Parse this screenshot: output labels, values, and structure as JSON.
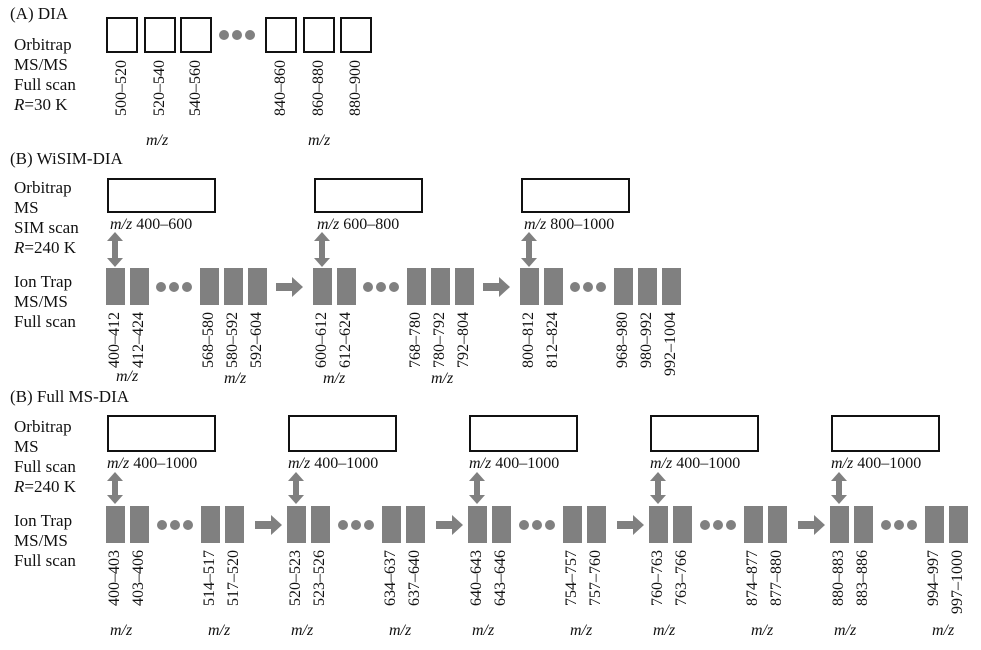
{
  "colors": {
    "bar": "#808080",
    "box_border": "#111111"
  },
  "panel_a": {
    "title": "(A) DIA",
    "side_labels": [
      "Orbitrap",
      "MS/MS",
      "Full scan",
      "R=30 K"
    ],
    "windows": [
      "500–520",
      "520–540",
      "540–560",
      "840–860",
      "860–880",
      "880–900"
    ],
    "mz_labels": [
      "m/z",
      "m/z"
    ]
  },
  "panel_b": {
    "title": "(B) WiSIM-DIA",
    "orbitrap_labels": [
      "Orbitrap",
      "MS",
      "SIM scan",
      "R=240 K"
    ],
    "iontrap_labels": [
      "Ion Trap",
      "MS/MS",
      "Full scan"
    ],
    "groups": [
      {
        "range_prefix": "m/z",
        "range": "400–600",
        "windows": [
          "400–412",
          "412–424",
          "568–580",
          "580–592",
          "592–604"
        ],
        "mz_labels": [
          "m/z",
          "m/z"
        ]
      },
      {
        "range_prefix": "m/z",
        "range": "600–800",
        "windows": [
          "600–612",
          "612–624",
          "768–780",
          "780–792",
          "792–804"
        ],
        "mz_labels": [
          "m/z",
          "m/z"
        ]
      },
      {
        "range_prefix": "m/z",
        "range": "800–1000",
        "windows": [
          "800–812",
          "812–824",
          "968–980",
          "980–992",
          "992–1004"
        ],
        "mz_labels": []
      }
    ]
  },
  "panel_c": {
    "title": "(B) Full MS-DIA",
    "orbitrap_labels": [
      "Orbitrap",
      "MS",
      "Full scan",
      "R=240 K"
    ],
    "iontrap_labels": [
      "Ion Trap",
      "MS/MS",
      "Full scan"
    ],
    "groups": [
      {
        "range_prefix": "m/z",
        "range": "400–1000",
        "windows": [
          "400–403",
          "403–406",
          "514–517",
          "517–520"
        ],
        "mz_labels": [
          "m/z",
          "m/z"
        ]
      },
      {
        "range_prefix": "m/z",
        "range": "400–1000",
        "windows": [
          "520–523",
          "523–526",
          "634–637",
          "637–640"
        ],
        "mz_labels": [
          "m/z",
          "m/z"
        ]
      },
      {
        "range_prefix": "m/z",
        "range": "400–1000",
        "windows": [
          "640–643",
          "643–646",
          "754–757",
          "757–760"
        ],
        "mz_labels": [
          "m/z",
          "m/z"
        ]
      },
      {
        "range_prefix": "m/z",
        "range": "400–1000",
        "windows": [
          "760–763",
          "763–766",
          "874–877",
          "877–880"
        ],
        "mz_labels": [
          "m/z",
          "m/z"
        ]
      },
      {
        "range_prefix": "m/z",
        "range": "400–1000",
        "windows": [
          "880–883",
          "883–886",
          "994–997",
          "997–1000"
        ],
        "mz_labels": [
          "m/z",
          "m/z"
        ]
      }
    ]
  }
}
